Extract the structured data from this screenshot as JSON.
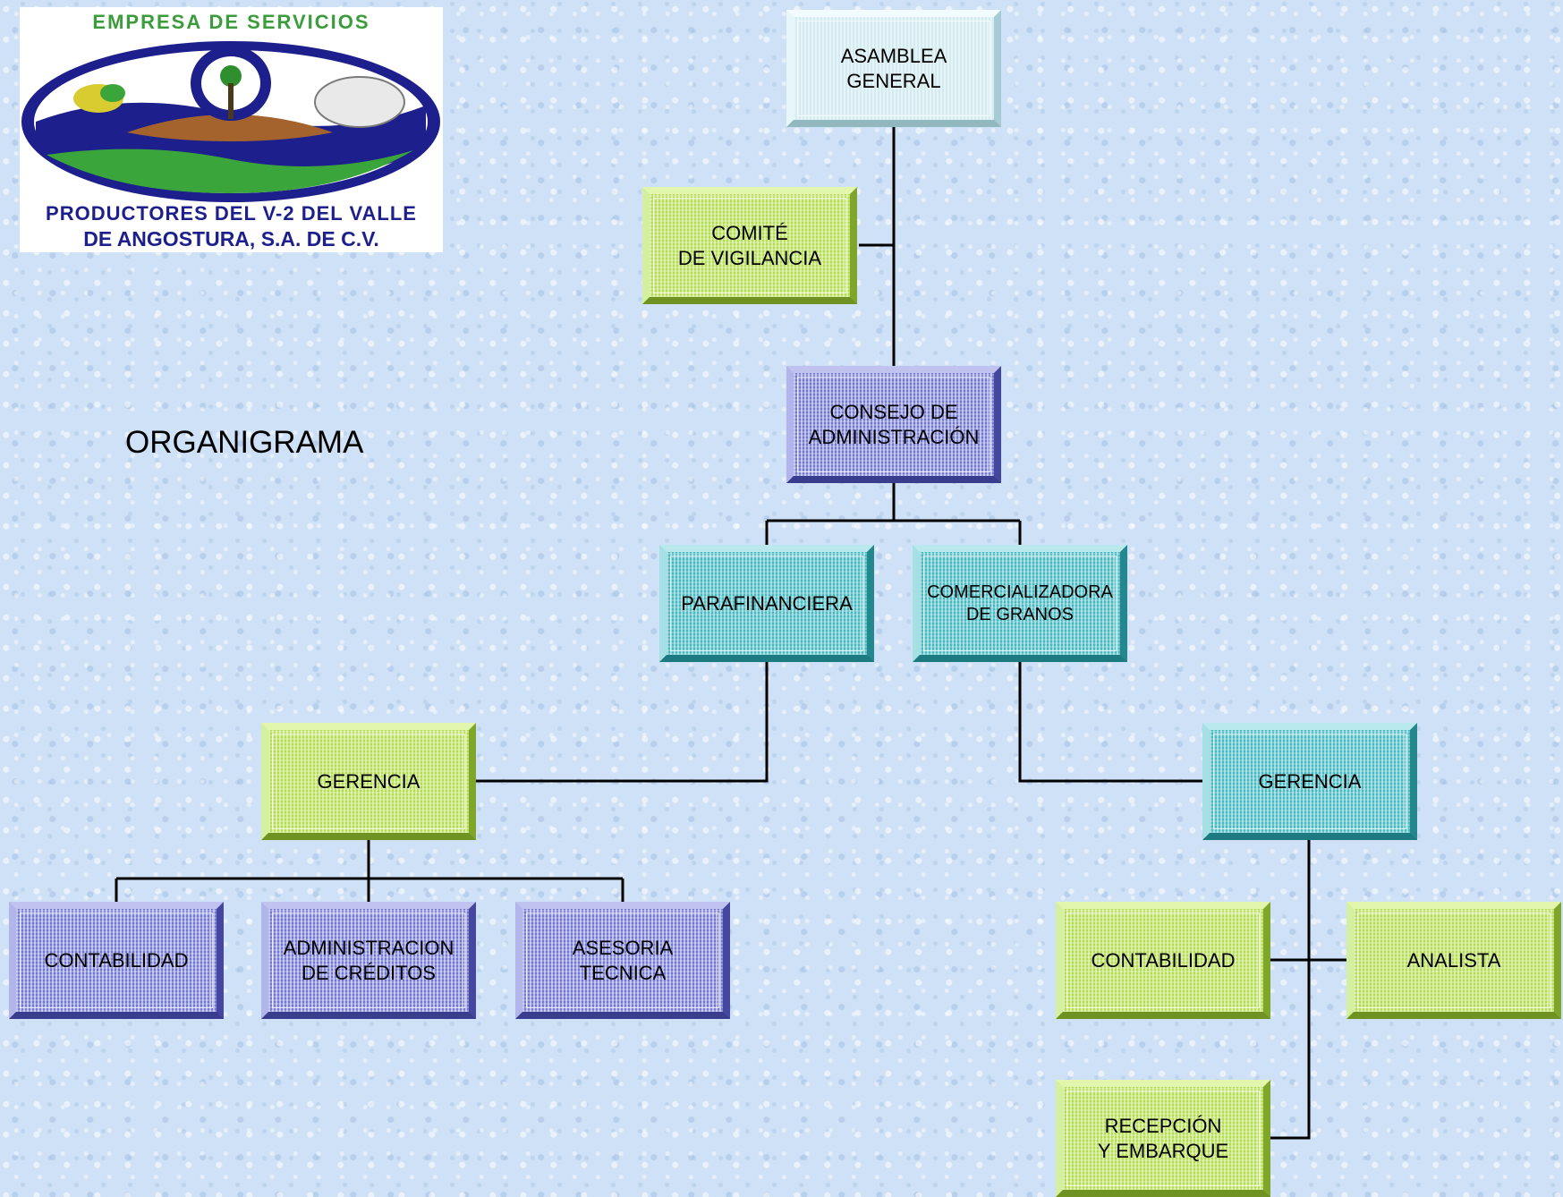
{
  "logo": {
    "top_text": "EMPRESA DE SERVICIOS",
    "line1": "PRODUCTORES DEL V-2 DEL VALLE",
    "line2": "DE ANGOSTURA, S.A. DE C.V."
  },
  "title": "ORGANIGRAMA",
  "colors": {
    "light": "#d4ecf1",
    "green": "#b3dc4f",
    "blue": "#7176d1",
    "teal": "#46b8bf",
    "connector": "#000000"
  },
  "nodes": {
    "asamblea": "ASAMBLEA\nGENERAL",
    "comite": "COMITÉ\nDE VIGILANCIA",
    "consejo": "CONSEJO DE\nADMINISTRACIÓN",
    "parafinanciera": "PARAFINANCIERA",
    "comercializadora": "COMERCIALIZADORA\nDE GRANOS",
    "gerencia_left": "GERENCIA",
    "gerencia_right": "GERENCIA",
    "contabilidad_left": "CONTABILIDAD",
    "admin_creditos": "ADMINISTRACION\nDE CRÉDITOS",
    "asesoria": "ASESORIA\nTECNICA",
    "contabilidad_right": "CONTABILIDAD",
    "analista": "ANALISTA",
    "recepcion": "RECEPCIÓN\nY EMBARQUE"
  }
}
